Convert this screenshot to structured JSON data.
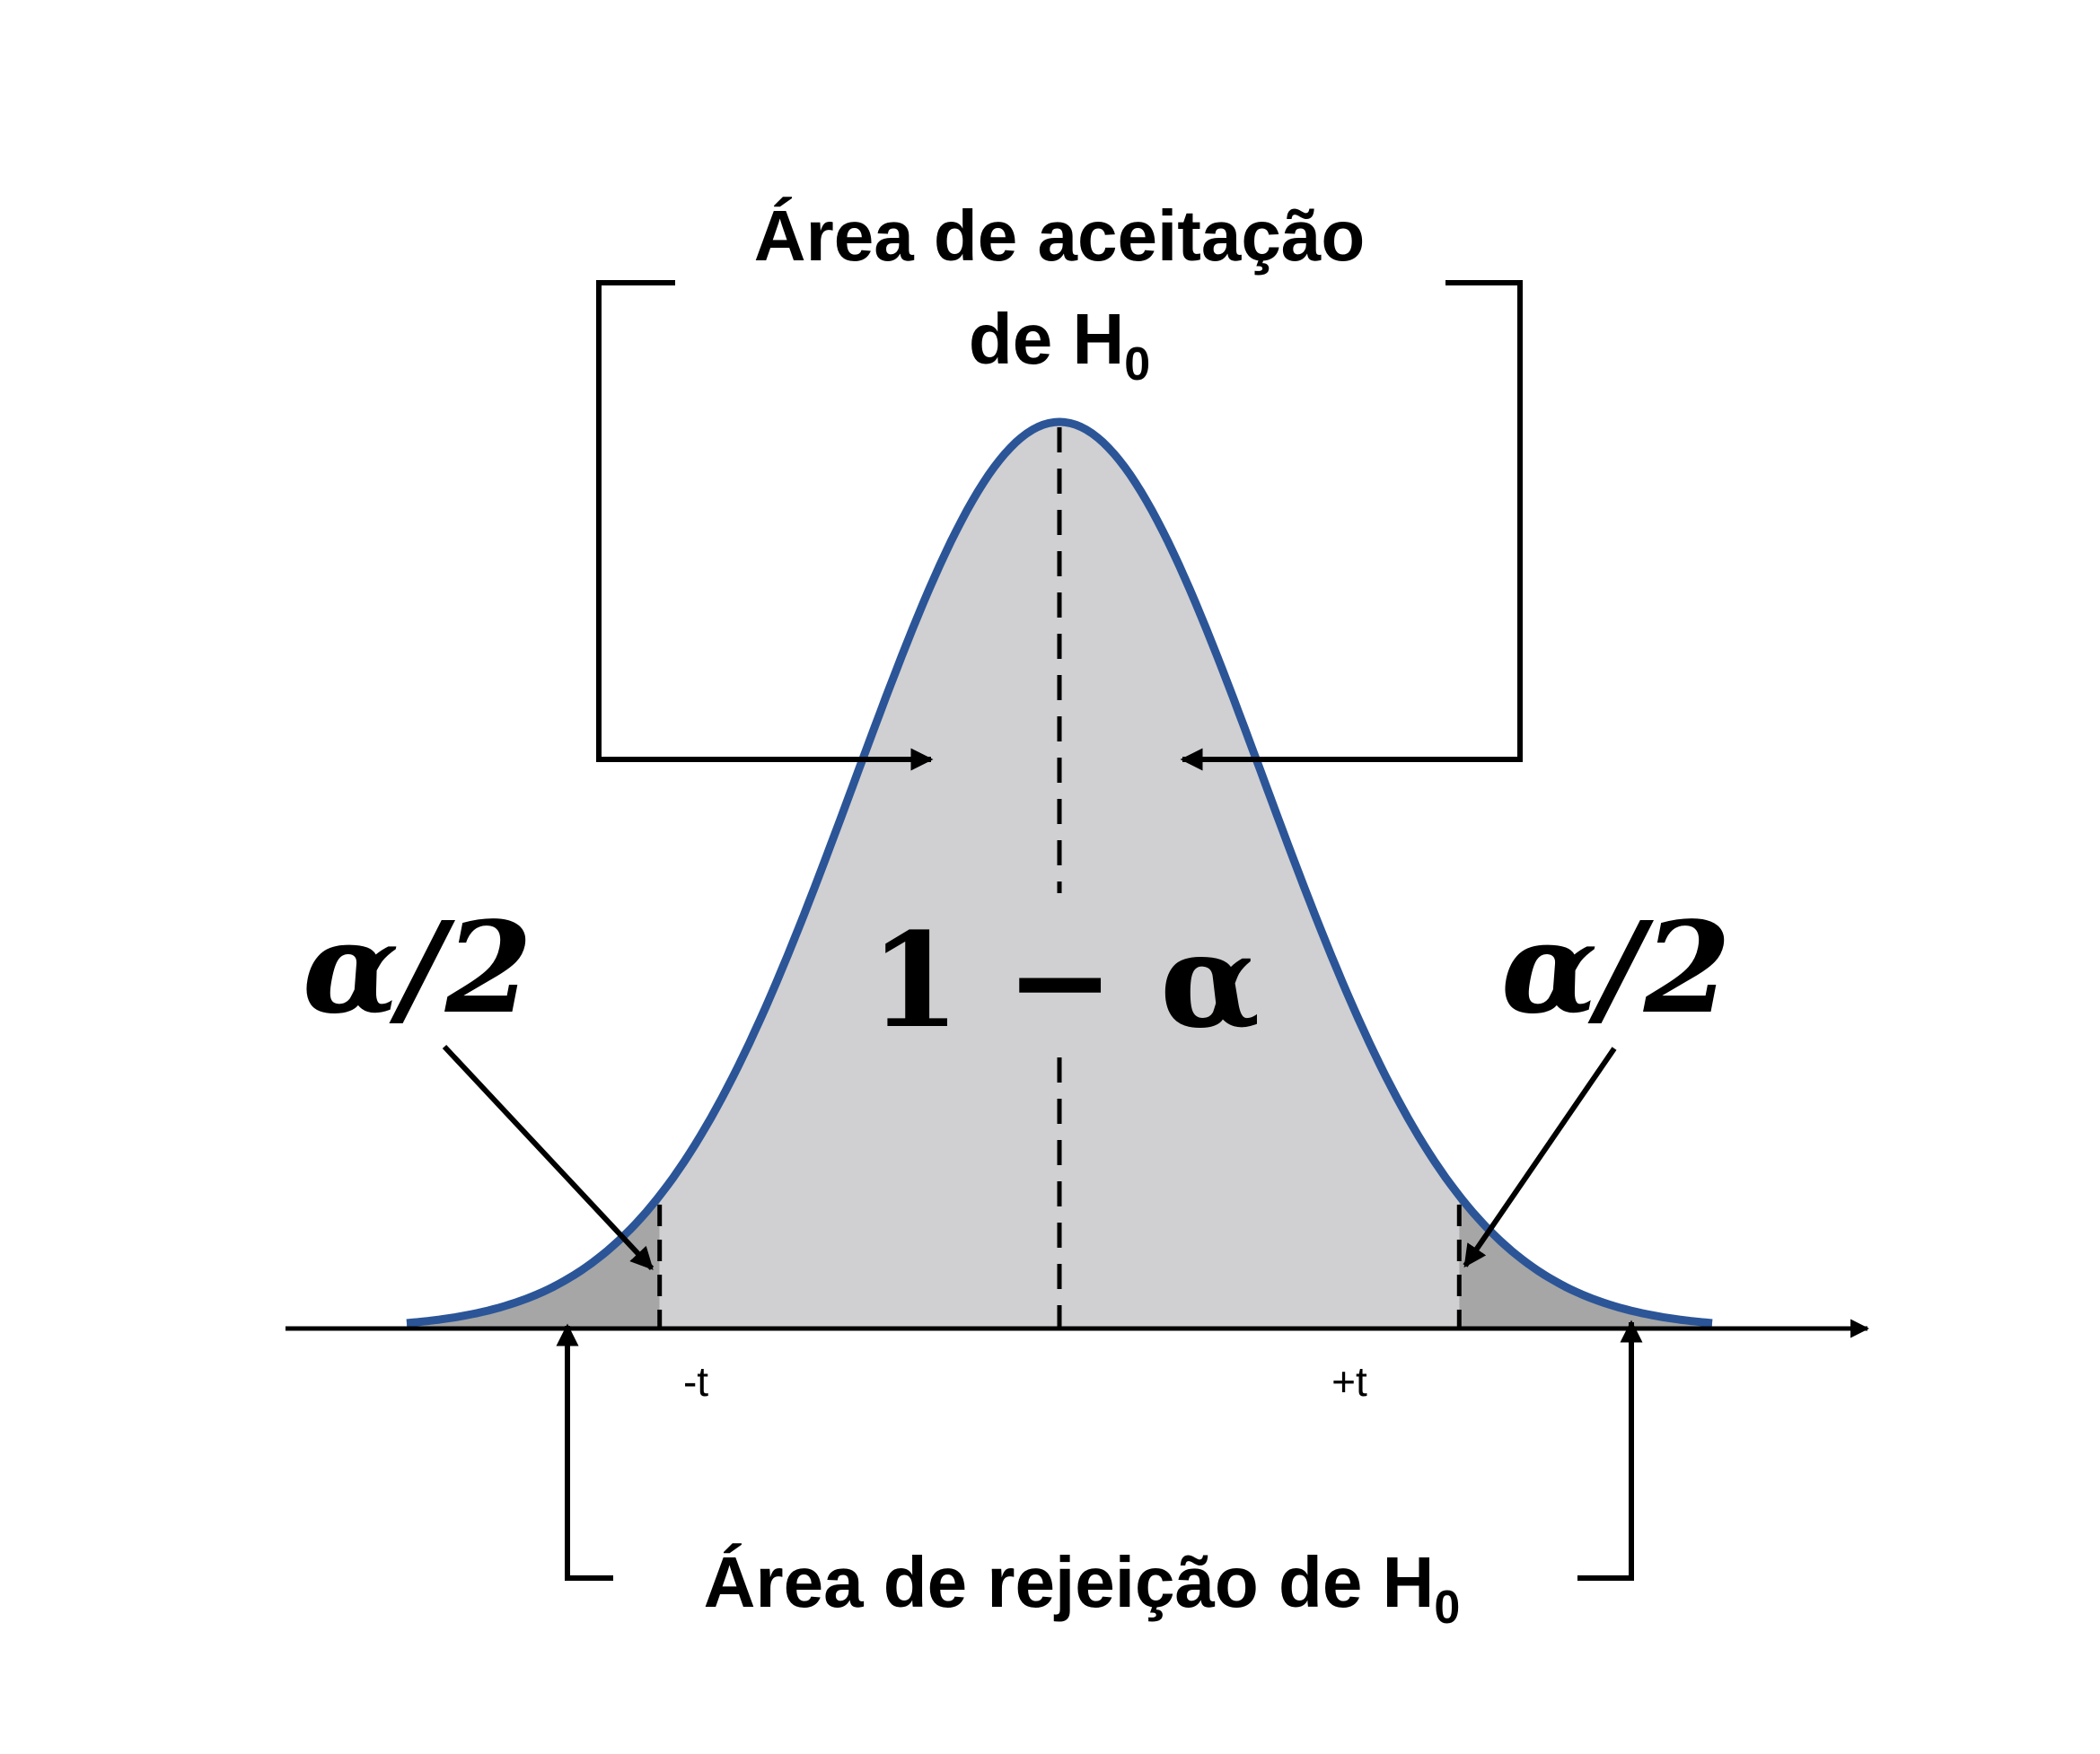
{
  "labels": {
    "acceptance_line1": "Área de aceitação",
    "acceptance_line2_main": "de H",
    "acceptance_line2_sub": "0",
    "rejection_main": "Área de rejeição de H",
    "rejection_sub": "0",
    "alpha_half_left": "α/2",
    "alpha_half_right": "α/2",
    "one_minus_alpha": "1 − α",
    "neg_t": "-t",
    "pos_t": "+t"
  },
  "colors": {
    "curve": "#2b5597",
    "center_fill": "#d0cfd1",
    "tail_fill": "#a6a6a6",
    "ink": "#000000",
    "background": "#ffffff"
  },
  "distribution": {
    "type": "normal",
    "mean": 0,
    "critical_value": 1.96,
    "x_range": [
      -3.2,
      3.2
    ]
  }
}
